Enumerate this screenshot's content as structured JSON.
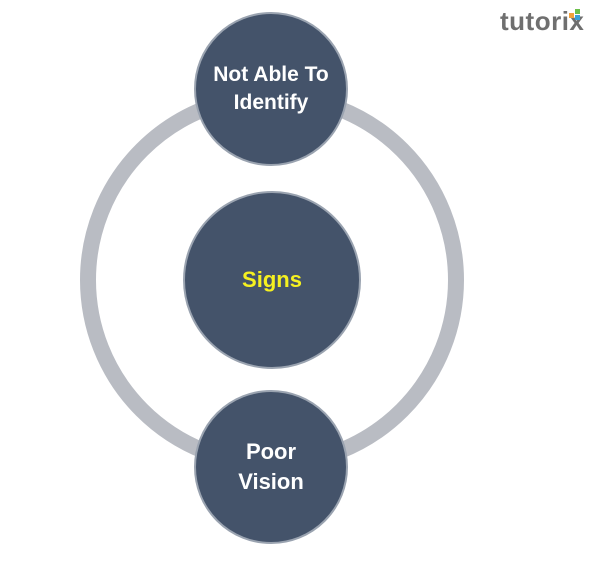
{
  "logo": {
    "text": "tutorix"
  },
  "diagram": {
    "center": {
      "label": "Signs"
    },
    "nodes": [
      {
        "label": "Not Able To Identify"
      },
      {
        "label": "Poor Vision"
      }
    ]
  },
  "colors": {
    "node_fill": "#44536a",
    "ring": "#b9bcc3",
    "center_text": "#f5f020",
    "node_text": "#ffffff"
  }
}
